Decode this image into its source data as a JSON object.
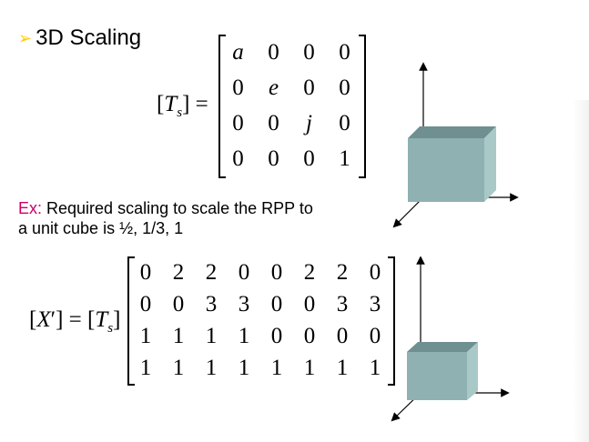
{
  "heading": {
    "bullet": "➢",
    "text": "3D Scaling"
  },
  "eq1": {
    "lhs_open": "[",
    "lhs_T": "T",
    "lhs_sub": "s",
    "lhs_close": "] =",
    "matrix": [
      [
        "a",
        "0",
        "0",
        "0"
      ],
      [
        "0",
        "e",
        "0",
        "0"
      ],
      [
        "0",
        "0",
        "j",
        "0"
      ],
      [
        "0",
        "0",
        "0",
        "1"
      ]
    ]
  },
  "example": {
    "label": "Ex:",
    "text": " Required scaling to scale the RPP to a unit cube is ½, 1/3, 1"
  },
  "eq2": {
    "lhs_a": "[",
    "lhs_X": "X",
    "lhs_prime": "′",
    "lhs_b": "] = [",
    "lhs_T": "T",
    "lhs_sub": "s",
    "lhs_c": "]",
    "matrix": [
      [
        "0",
        "2",
        "2",
        "0",
        "0",
        "2",
        "2",
        "0"
      ],
      [
        "0",
        "0",
        "3",
        "3",
        "0",
        "0",
        "3",
        "3"
      ],
      [
        "1",
        "1",
        "1",
        "1",
        "0",
        "0",
        "0",
        "0"
      ],
      [
        "1",
        "1",
        "1",
        "1",
        "1",
        "1",
        "1",
        "1"
      ]
    ]
  },
  "colors": {
    "cube_face": "#8fb1b1",
    "cube_top": "#6f8f90",
    "cube_side": "#a9c8c8",
    "bullet": "#ffcc00",
    "ex_label": "#cc0066"
  }
}
